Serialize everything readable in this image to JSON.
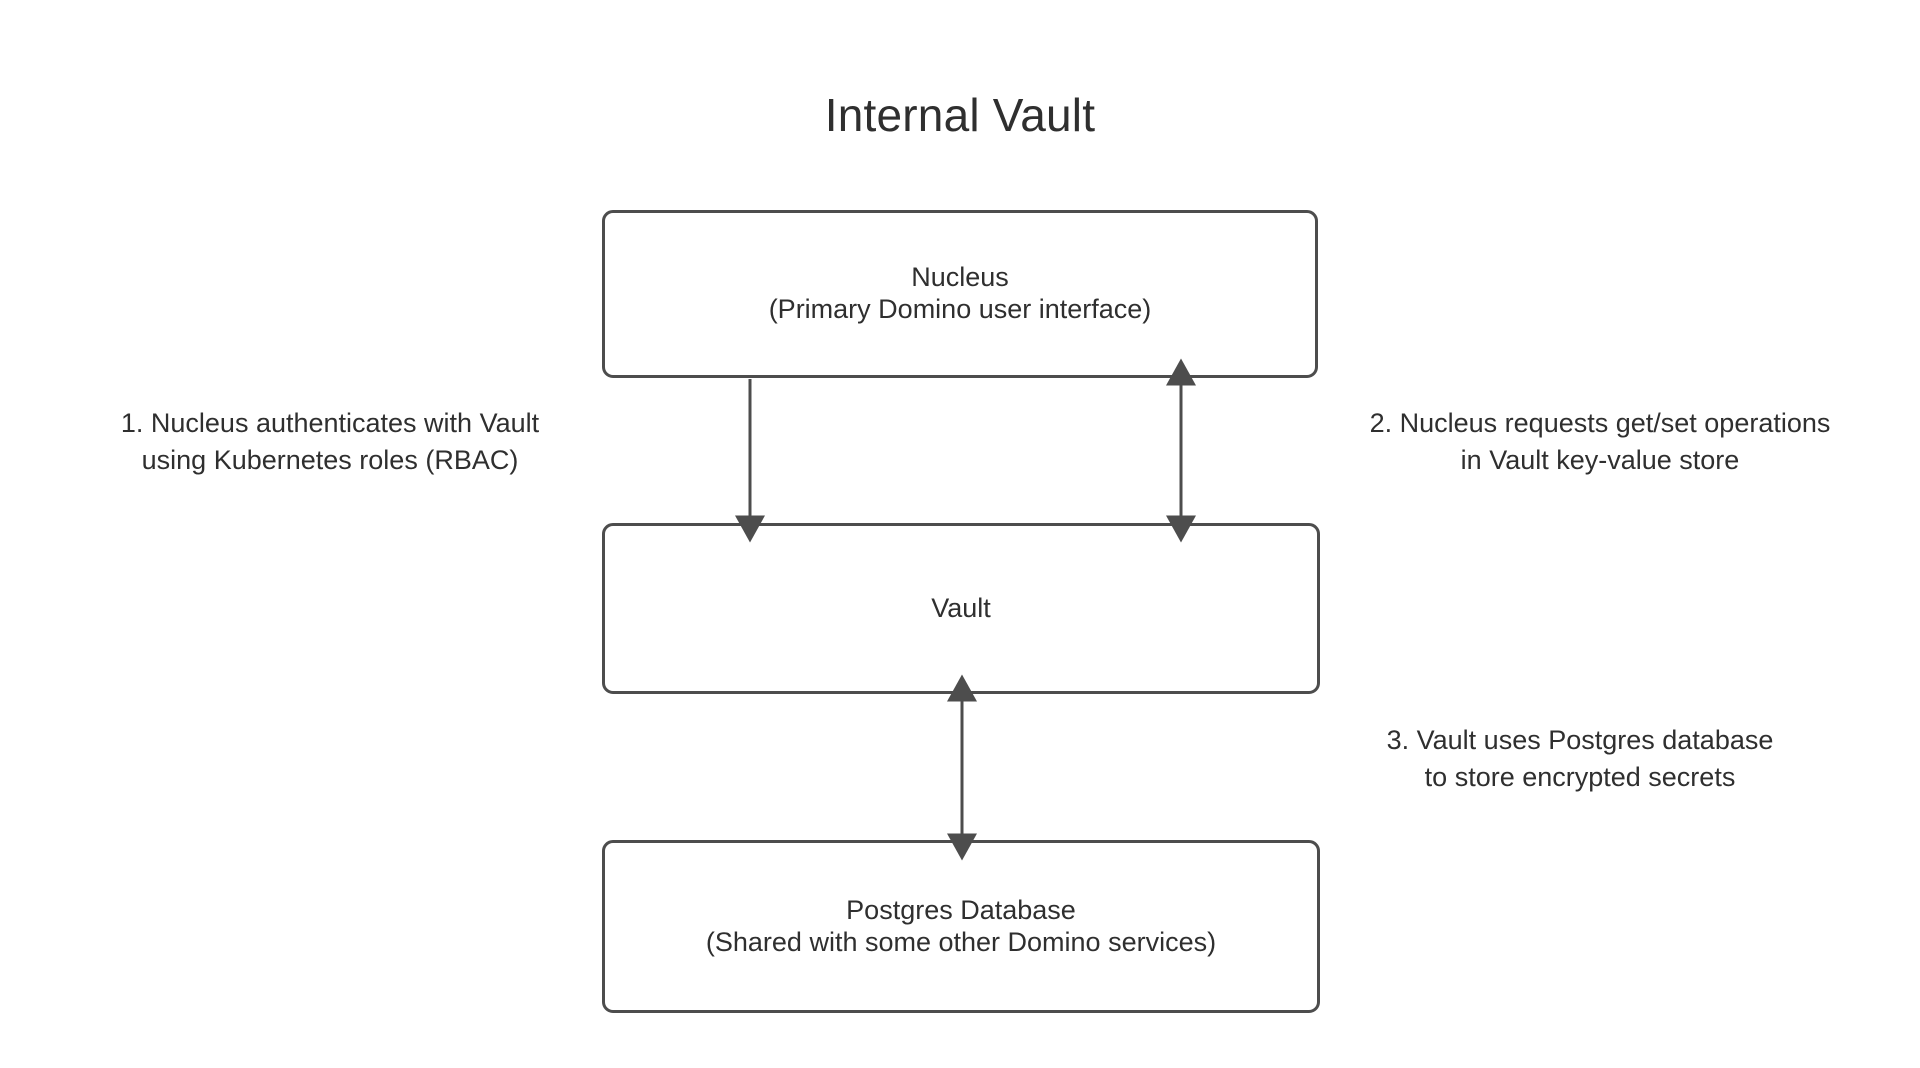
{
  "diagram": {
    "title": "Internal Vault",
    "stroke_color": "#4d4d4d",
    "text_color": "#2f2f2f",
    "background_color": "#ffffff"
  },
  "nodes": [
    {
      "id": "nucleus",
      "line1": "Nucleus",
      "line2": "(Primary Domino user interface)"
    },
    {
      "id": "vault",
      "line1": "Vault",
      "line2": ""
    },
    {
      "id": "postgres",
      "line1": "Postgres Database",
      "line2": "(Shared with some other Domino services)"
    }
  ],
  "connectors": [
    {
      "id": "nucleus-to-vault-auth",
      "from": "nucleus",
      "to": "vault",
      "style": "single-arrow-down"
    },
    {
      "id": "nucleus-vault-getset",
      "from": "nucleus",
      "to": "vault",
      "style": "double-arrow"
    },
    {
      "id": "vault-postgres-storage",
      "from": "vault",
      "to": "postgres",
      "style": "double-arrow"
    }
  ],
  "annotations": [
    {
      "id": "annotation-1",
      "line1": "1. Nucleus authenticates with Vault",
      "line2": "using Kubernetes roles (RBAC)"
    },
    {
      "id": "annotation-2",
      "line1": "2. Nucleus requests get/set operations",
      "line2": "in Vault key-value store"
    },
    {
      "id": "annotation-3",
      "line1": "3. Vault uses Postgres database",
      "line2": "to store encrypted secrets"
    }
  ]
}
